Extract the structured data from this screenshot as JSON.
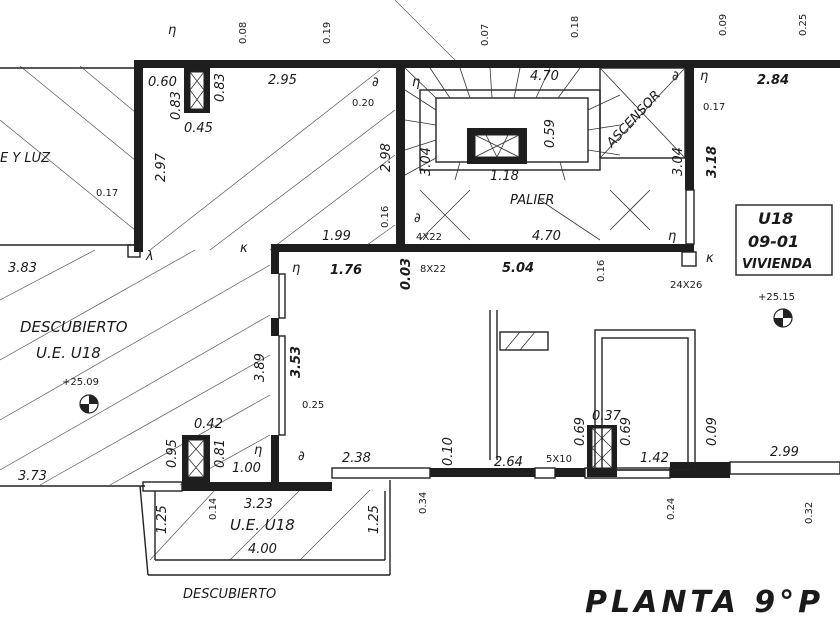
{
  "rooms": {
    "aire_luz": "E Y LUZ",
    "descubierto_top": "DESCUBIERTO",
    "ue_top": "U.E. U18",
    "ue_bottom": "U.E. U18",
    "descubierto_bottom": "DESCUBIERTO",
    "palier": "PALIER",
    "ascensor": "ASCENSOR",
    "unit_code": "U18",
    "unit_floor": "09-01",
    "unit_type": "VIVIENDA"
  },
  "levels": {
    "left": "+25.09",
    "right": "+25.15"
  },
  "title": "PLANTA 9°P",
  "dims": {
    "d_060": "0.60",
    "d_083a": "0.83",
    "d_083b": "0.83",
    "d_045": "0.45",
    "d_295": "2.95",
    "d_470_top": "4.70",
    "d_284": "2.84",
    "d_020": "0.20",
    "d_297": "2.97",
    "d_017_left": "0.17",
    "d_298": "2.98",
    "d_304_left": "3.04",
    "d_059": "0.59",
    "d_118": "1.18",
    "d_304_right": "3.04",
    "d_318": "3.18",
    "d_017_right": "0.17",
    "d_383": "3.83",
    "d_199": "1.99",
    "d_016a": "0.16",
    "d_4x22": "4X22",
    "d_470_mid": "4.70",
    "d_176": "1.76",
    "d_003": "0.03",
    "d_8x22": "8X22",
    "d_504": "5.04",
    "d_016b": "0.16",
    "d_24x26": "24X26",
    "d_389": "3.89",
    "d_353": "3.53",
    "d_025": "0.25",
    "d_042": "0.42",
    "d_095": "0.95",
    "d_081": "0.81",
    "d_100": "1.00",
    "d_238": "2.38",
    "d_010": "0.10",
    "d_264": "2.64",
    "d_5x10": "5X10",
    "d_069a": "0.69",
    "d_037": "0.37",
    "d_069b": "0.69",
    "d_142": "1.42",
    "d_009_mid": "0.09",
    "d_299": "2.99",
    "d_373": "3.73",
    "d_323": "3.23",
    "d_014": "0.14",
    "d_034": "0.34",
    "d_125a": "1.25",
    "d_125b": "1.25",
    "d_400": "4.00",
    "d_024": "0.24",
    "d_032": "0.32",
    "top_008": "0.08",
    "top_019": "0.19",
    "top_007": "0.07",
    "top_018": "0.18",
    "top_009": "0.09",
    "top_025": "0.25"
  },
  "marks": {
    "eta": "η",
    "delta": "∂",
    "kappa": "κ",
    "lambda": "λ"
  }
}
